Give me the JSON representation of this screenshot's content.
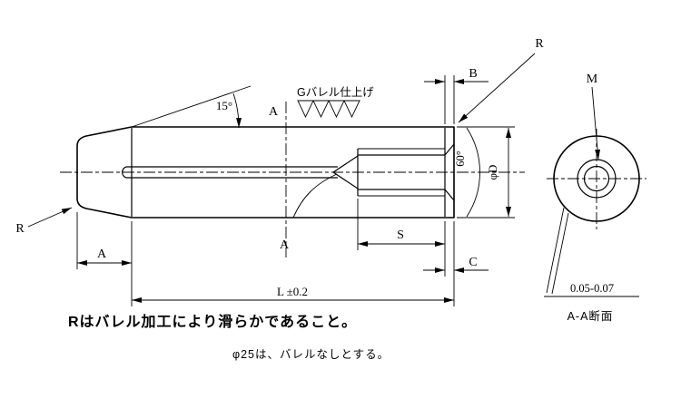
{
  "drawing": {
    "colors": {
      "line": "#000000",
      "background": "#ffffff"
    },
    "main_view": {
      "taper_angle": "15°",
      "section_marker_top": "A",
      "section_marker_bottom": "A",
      "surface_finish": "Gバレル仕上げ",
      "corner_radius_right": "R",
      "corner_radius_left": "R",
      "dim_end_land": "B",
      "chamfer_angle": "60°",
      "dim_diameter": "φD",
      "dim_thread_depth": "S",
      "dim_chamfer_depth": "C",
      "dim_taper_length": "A",
      "dim_overall_length": "L ±0.2"
    },
    "end_view": {
      "thread_size": "M",
      "dim_tolerance": "0.05-0.07",
      "caption": "A-A断面"
    },
    "notes": {
      "note_main": "Rはバレル加工により滑らかであること。",
      "note_sub": "φ25は、バレルなしとする。"
    }
  }
}
